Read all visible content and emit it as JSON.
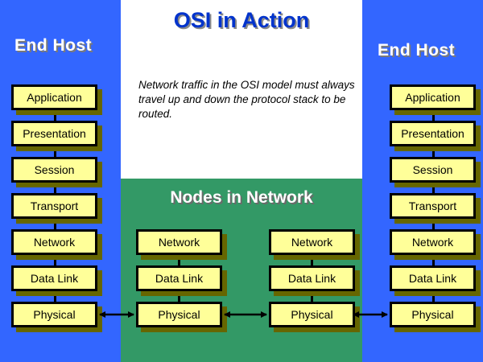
{
  "title": "OSI in Action",
  "description": "Network traffic in the OSI model must always travel up and down the protocol stack to be routed.",
  "colors": {
    "end_host_bg": "#3366ff",
    "network_bg": "#339966",
    "layer_box": "#ffff99",
    "layer_shadow": "#666600",
    "title": "#0033cc"
  },
  "end_host_label": "End Host",
  "nodes_label": "Nodes in Network",
  "left_host": {
    "label": "End Host",
    "layers": [
      "Application",
      "Presentation",
      "Session",
      "Transport",
      "Network",
      "Data Link",
      "Physical"
    ]
  },
  "right_host": {
    "label": "End Host",
    "layers": [
      "Application",
      "Presentation",
      "Session",
      "Transport",
      "Network",
      "Data Link",
      "Physical"
    ]
  },
  "node1": {
    "layers": [
      "Network",
      "Data Link",
      "Physical"
    ]
  },
  "node2": {
    "layers": [
      "Network",
      "Data Link",
      "Physical"
    ]
  },
  "links": [
    {
      "from": "left_host.Physical",
      "to": "node1.Physical",
      "type": "bidirectional"
    },
    {
      "from": "node1.Physical",
      "to": "node2.Physical",
      "type": "bidirectional"
    },
    {
      "from": "node2.Physical",
      "to": "right_host.Physical",
      "type": "bidirectional"
    }
  ]
}
